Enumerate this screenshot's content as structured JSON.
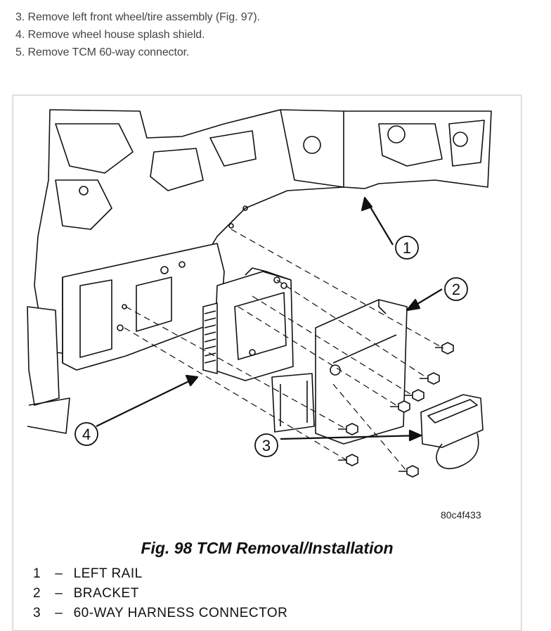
{
  "steps": [
    "3. Remove left front wheel/tire assembly (Fig. 97).",
    "4. Remove wheel house splash shield.",
    "5. Remove TCM 60-way connector."
  ],
  "figure": {
    "callouts": [
      "1",
      "2",
      "3",
      "4"
    ],
    "code": "80c4f433",
    "title": "Fig. 98 TCM Removal/Installation",
    "legend": [
      {
        "num": "1",
        "dash": "–",
        "text": "LEFT RAIL"
      },
      {
        "num": "2",
        "dash": "–",
        "text": "BRACKET"
      },
      {
        "num": "3",
        "dash": "–",
        "text": "60-WAY HARNESS CONNECTOR"
      }
    ]
  }
}
